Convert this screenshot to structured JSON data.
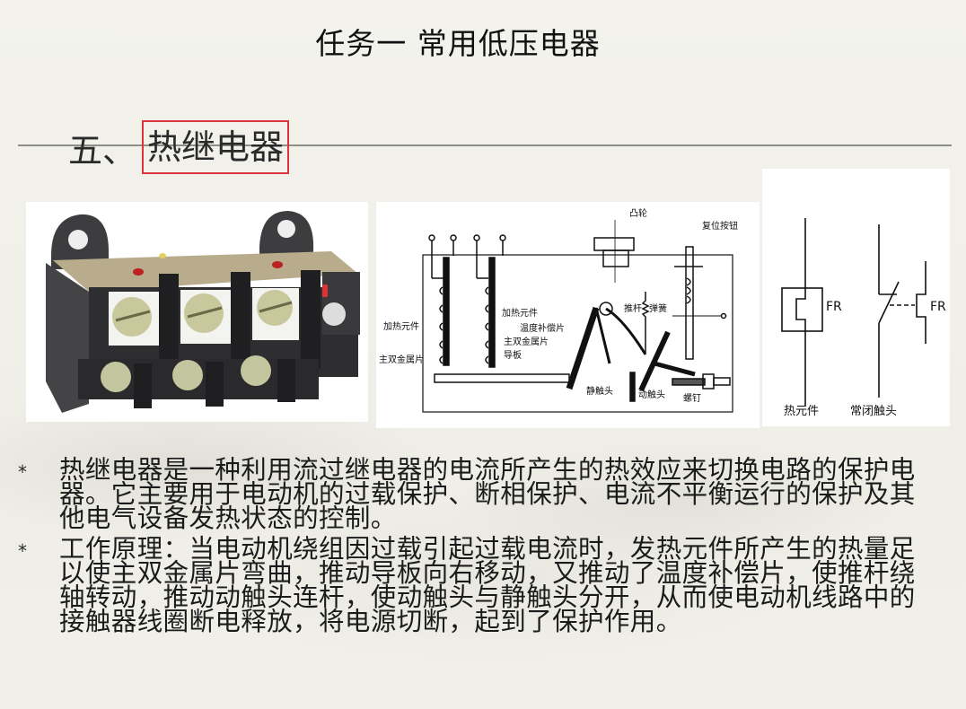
{
  "slide": {
    "title": "任务一  常用低压电器",
    "section_number": "五、",
    "section_title": "热继电器",
    "highlight_color": "#d9363e"
  },
  "figures": {
    "photo": {
      "alt": "热继电器实物图"
    },
    "diagram": {
      "labels": {
        "cam": "凸轮",
        "reset_button": "复位按钮",
        "heating_element_left": "加热元件",
        "main_bimetal_left": "主双金属片",
        "heating_element_right": "加热元件",
        "temp_compensation": "温度补偿片",
        "main_bimetal_right": "主双金属片",
        "guide_plate": "导板",
        "push_rod": "推杆",
        "spring": "弹簧",
        "static_contact": "静触头",
        "moving_contact": "动触头",
        "screw": "螺钉"
      }
    },
    "symbols": {
      "thermal_label": "FR",
      "contact_label": "FR",
      "thermal_caption": "热元件",
      "contact_caption": "常闭触头"
    }
  },
  "bullets": [
    {
      "marker": "*",
      "text": "热继电器是一种利用流过继电器的电流所产生的热效应来切换电路的保护电器。它主要用于电动机的过载保护、断相保护、电流不平衡运行的保护及其他电气设备发热状态的控制。"
    },
    {
      "marker": "*",
      "text": "工作原理：当电动机绕组因过载引起过载电流时，发热元件所产生的热量足以使主双金属片弯曲，推动导板向右移动，又推动了温度补偿片，使推杆绕轴转动，推动动触头连杆，使动触头与静触头分开，从而使电动机线路中的接触器线圈断电释放，将电源切断，起到了保护作用。"
    }
  ]
}
